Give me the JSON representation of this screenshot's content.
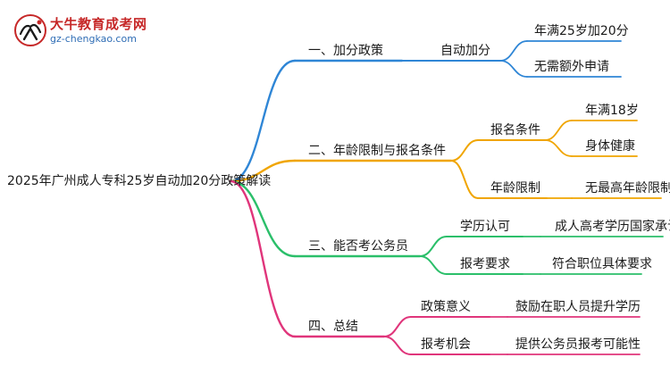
{
  "logo": {
    "name": "大牛教育成考网",
    "url": "gz-chengkao.com"
  },
  "colors": {
    "branch1": "#2f86d6",
    "branch2": "#f0a500",
    "branch3": "#2bbf6a",
    "branch4": "#e0357b",
    "logo_red": "#c62828",
    "logo_blue": "#2f6db5"
  },
  "mindmap": {
    "root": "2025年广州成人专科25岁自动加20分政策解读",
    "branches": [
      {
        "label": "一、加分政策",
        "children": [
          {
            "label": "自动加分",
            "children": [
              "年满25岁加20分",
              "无需额外申请"
            ]
          }
        ]
      },
      {
        "label": "二、年龄限制与报名条件",
        "children": [
          {
            "label": "报名条件",
            "children": [
              "年满18岁",
              "身体健康"
            ]
          },
          {
            "label": "年龄限制",
            "children": [
              "无最高年龄限制"
            ]
          }
        ]
      },
      {
        "label": "三、能否考公务员",
        "children": [
          {
            "label": "学历认可",
            "children": [
              "成人高考学历国家承认"
            ]
          },
          {
            "label": "报考要求",
            "children": [
              "符合职位具体要求"
            ]
          }
        ]
      },
      {
        "label": "四、总结",
        "children": [
          {
            "label": "政策意义",
            "children": [
              "鼓励在职人员提升学历"
            ]
          },
          {
            "label": "报考机会",
            "children": [
              "提供公务员报考可能性"
            ]
          }
        ]
      }
    ]
  }
}
